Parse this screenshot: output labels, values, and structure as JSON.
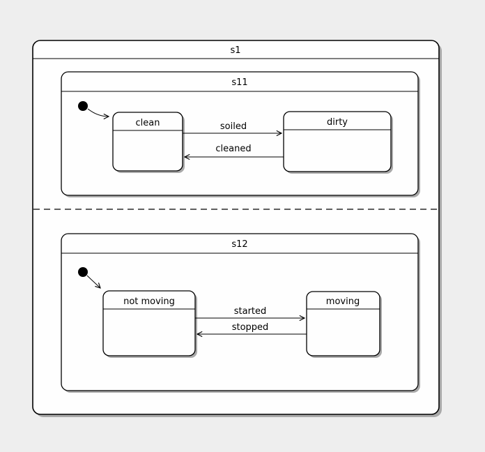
{
  "diagram": {
    "type": "uml-state-machine",
    "title": "s1",
    "colors": {
      "background": "#eeeeee",
      "state_fill": "#fefefe",
      "stroke": "#000000",
      "shadow": "#a9a9a9"
    },
    "regions": [
      {
        "title": "s11",
        "initial": "clean",
        "states": [
          {
            "name": "clean"
          },
          {
            "name": "dirty"
          }
        ],
        "transitions": [
          {
            "from": "clean",
            "to": "dirty",
            "label": "soiled"
          },
          {
            "from": "dirty",
            "to": "clean",
            "label": "cleaned"
          }
        ]
      },
      {
        "title": "s12",
        "initial": "not moving",
        "states": [
          {
            "name": "not moving"
          },
          {
            "name": "moving"
          }
        ],
        "transitions": [
          {
            "from": "not moving",
            "to": "moving",
            "label": "started"
          },
          {
            "from": "moving",
            "to": "not moving",
            "label": "stopped"
          }
        ]
      }
    ]
  }
}
